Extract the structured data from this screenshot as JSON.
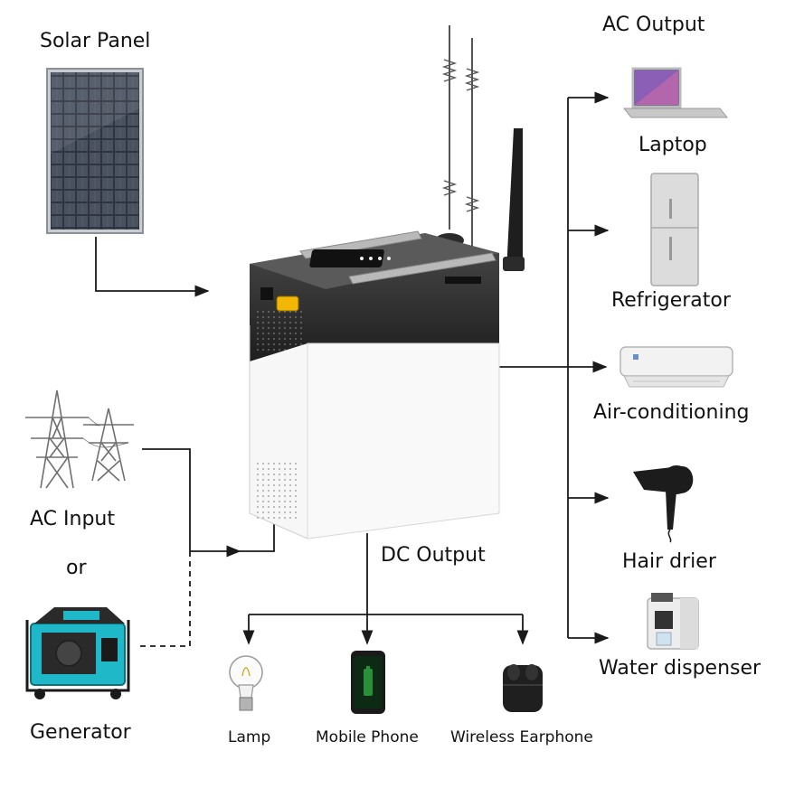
{
  "labels": {
    "solar_panel": "Solar Panel",
    "ac_input": "AC Input",
    "or": "or",
    "generator": "Generator",
    "ac_output": "AC Output",
    "laptop": "Laptop",
    "refrigerator": "Refrigerator",
    "air_conditioning": "Air-conditioning",
    "hair_drier": "Hair drier",
    "water_dispenser": "Water dispenser",
    "dc_output": "DC Output",
    "lamp": "Lamp",
    "mobile_phone": "Mobile Phone",
    "wireless_earphone": "Wireless Earphone"
  },
  "colors": {
    "line": "#1a1a1a",
    "unit_top": "#2b2b2b",
    "unit_body": "#f4f4f4",
    "accent_yellow": "#f2b705",
    "generator_teal": "#1fb8c9",
    "phone_screen": "#2a8f3a"
  },
  "icons": [
    "solar-panel-icon",
    "power-tower-icon",
    "generator-icon",
    "power-station-icon",
    "antenna-icon",
    "laptop-icon",
    "refrigerator-icon",
    "air-conditioner-icon",
    "hair-drier-icon",
    "water-dispenser-icon",
    "lamp-icon",
    "mobile-phone-icon",
    "earphone-icon"
  ]
}
